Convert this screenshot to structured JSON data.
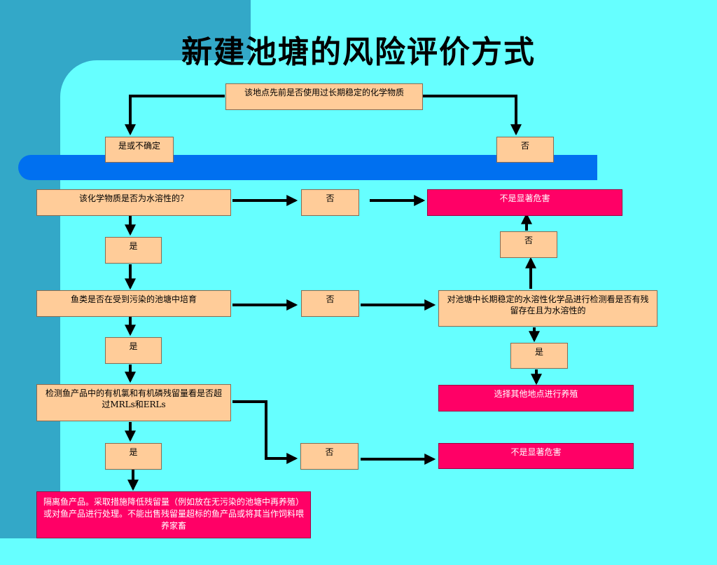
{
  "title": "新建池塘的风险评价方式",
  "nodes": {
    "q_previous_use": "该地点先前是否使用过长期稳定的化学物质",
    "ans_yes_or_unsure": "是或不确定",
    "ans_no_top": "否",
    "q_water_soluble": "该化学物质是否为水溶性的？",
    "ans_no_water": "否",
    "result_not_significant_1": "不是显著危害",
    "ans_yes_1": "是",
    "ans_no_right": "否",
    "q_polluted_pond": "鱼类是否在受到污染的池塘中培育",
    "ans_no_polluted": "否",
    "action_test_pond": "对池塘中长期稳定的水溶性化学品进行检测看是否有残留存在且为水溶性的",
    "ans_yes_2": "是",
    "ans_yes_right": "是",
    "q_residue_check": "检测鱼产品中的有机氯和有机磷残留量看是否超过MRLs和ERLs",
    "result_choose_other_site": "选择其他地点进行养殖",
    "ans_yes_3": "是",
    "ans_no_residue": "否",
    "result_not_significant_2": "不是显著危害",
    "action_isolate": "隔离鱼产品。采取措施降低残留量（例如放在无污染的池塘中再养殖）或对鱼产品进行处理。不能出售残留量超标的鱼产品或将其当作饲料喂养家畜"
  },
  "colors": {
    "background": "#66ffff",
    "decor_left": "#33a8c8",
    "band": "#0070f0",
    "box_fill": "#ffcc99",
    "result_fill": "#ff0066",
    "arrow": "#000000"
  }
}
